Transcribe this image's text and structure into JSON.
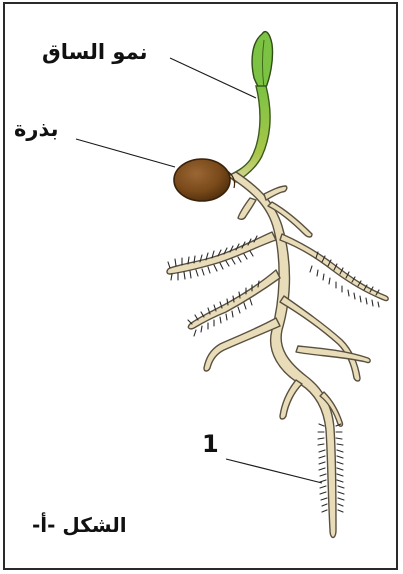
{
  "labels": {
    "stem_growth": "نمو الساق",
    "seed": "بذرة",
    "marker_1": "1",
    "figure_caption": "الشكل -أ-"
  },
  "colors": {
    "frame": "#2a2a2a",
    "leaf_green": "#7cc243",
    "stem_green": "#86b83a",
    "seed_brown": "#7a4a1a",
    "root_cream": "#e8ddb8",
    "root_outline": "#5a5040",
    "root_hair": "#2a2a2a"
  },
  "icons": {
    "seedling": "seedling-icon"
  }
}
